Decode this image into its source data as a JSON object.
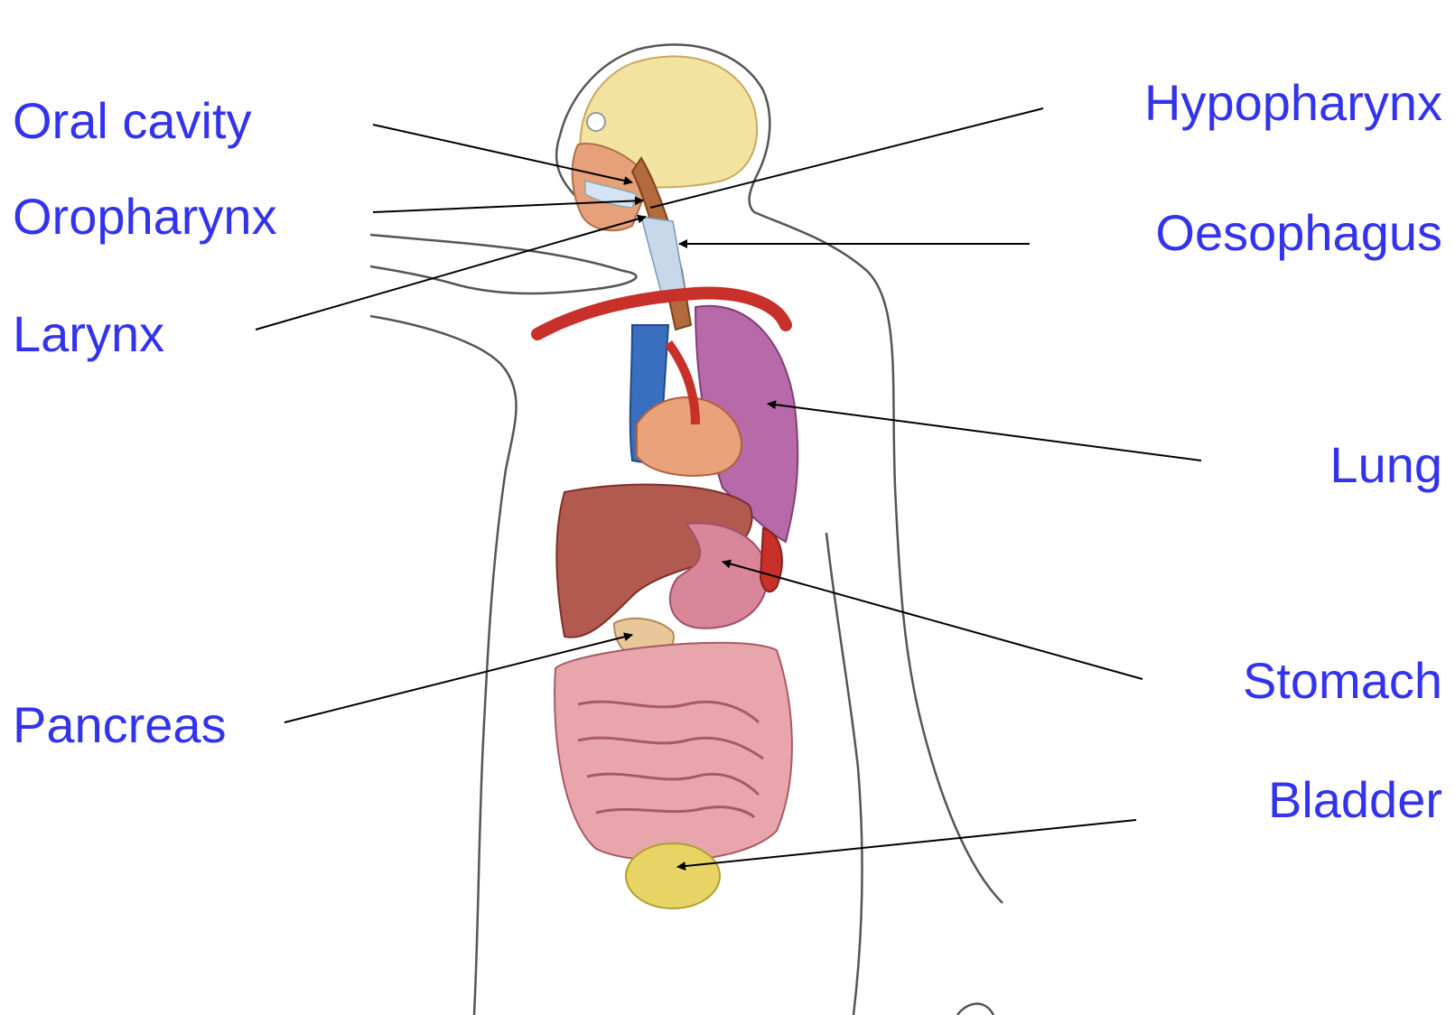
{
  "labels": {
    "oral_cavity": "Oral cavity",
    "oropharynx": "Oropharynx",
    "larynx": "Larynx",
    "pancreas": "Pancreas",
    "hypopharynx": "Hypopharynx",
    "oesophagus": "Oesophagus",
    "lung": "Lung",
    "stomach": "Stomach",
    "bladder": "Bladder"
  },
  "colors": {
    "label_text": "#3333ee",
    "leader_line": "#000000",
    "body_outline": "#555555"
  }
}
